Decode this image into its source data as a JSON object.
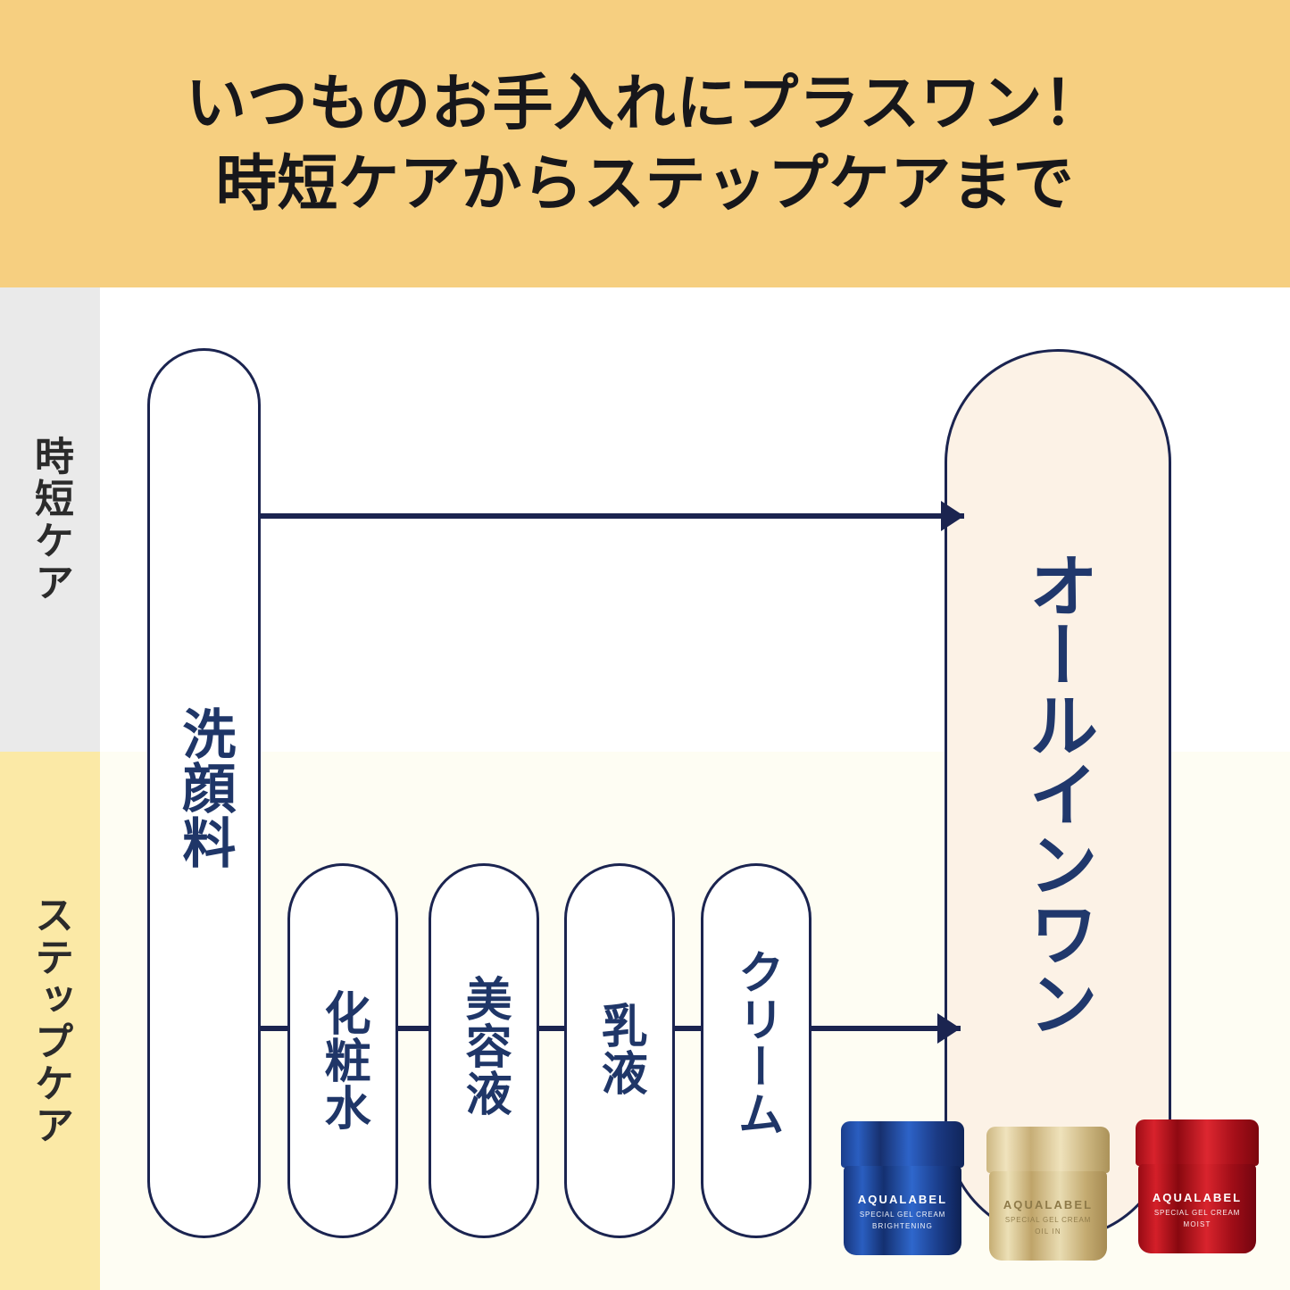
{
  "header": {
    "line1": "いつものお手入れにプラスワン！",
    "line2": "時短ケアからステップケアまで",
    "background_color": "#F6CF80",
    "text_color": "#17171b"
  },
  "rail": {
    "segments": [
      {
        "label": "時短ケア",
        "background_color": "#EAEAEA"
      },
      {
        "label": "ステップケア",
        "background_color": "#FBE9A6"
      }
    ]
  },
  "diagram": {
    "accent_color": "#1b2450",
    "text_color": "#1f3668",
    "highlight_fill": "#FCF2E6",
    "cleanser": {
      "label": "洗顔料"
    },
    "steps": [
      {
        "label": "化粧水"
      },
      {
        "label": "美容液"
      },
      {
        "label": "乳液"
      },
      {
        "label": "クリーム"
      }
    ],
    "result": {
      "label": "オールインワン"
    }
  },
  "products": [
    {
      "id": "blue",
      "brand": "AQUALABEL",
      "sub": "SPECIAL GEL CREAM",
      "variant": "BRIGHTENING",
      "color": "#1b3e8c"
    },
    {
      "id": "gold",
      "brand": "AQUALABEL",
      "sub": "SPECIAL GEL CREAM",
      "variant": "OIL IN",
      "color": "#cdb782"
    },
    {
      "id": "red",
      "brand": "AQUALABEL",
      "sub": "SPECIAL GEL CREAM",
      "variant": "MOIST",
      "color": "#c8141f"
    }
  ]
}
